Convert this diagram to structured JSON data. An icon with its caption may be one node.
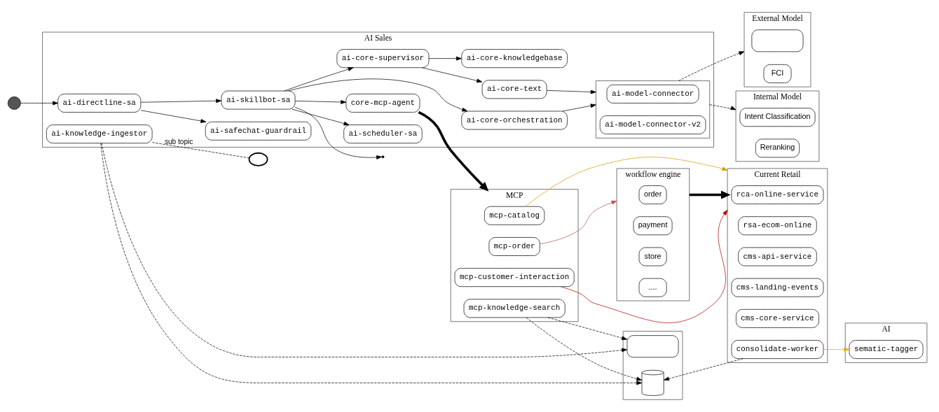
{
  "diagram": {
    "nodes": [
      {
        "text": [],
        "shape": "person"
      },
      {
        "text": [
          "AI Sales"
        ]
      },
      {
        "text": [
          "ai-directline-sa"
        ],
        "in": 1
      },
      {
        "text": [
          "ai-safechat-guardrail"
        ],
        "in": 1
      },
      {
        "text": [
          "ai-scheduler-sa"
        ],
        "in": 1
      },
      {
        "text": [
          "ai-core-orchestration"
        ],
        "in": 1
      },
      {
        "text": [
          "ai-skillbot-sa"
        ],
        "in": 1
      },
      {
        "text": [
          "ai-core-supervisor"
        ],
        "in": 1
      },
      {
        "text": [
          "ai-core-knowledgebase"
        ],
        "in": 1
      },
      {
        "text": [
          "ai-core-text"
        ],
        "in": 1
      },
      {
        "text": [],
        "shape": "box",
        "in": 1
      },
      {
        "text": [
          "ai-model-connector"
        ],
        "in": 10
      },
      {
        "text": [
          "ai-model-connector-v2"
        ],
        "in": 10
      },
      {
        "text": [
          "ai-knowledge-ingestor"
        ],
        "in": 1
      },
      {
        "text": [
          "core-mcp-agent"
        ],
        "in": 1
      },
      {
        "text": [
          "External Model"
        ]
      },
      {
        "text": [],
        "shape": "box",
        "in": 15
      },
      {
        "text": [
          "FCI"
        ],
        "in": 15
      },
      {
        "text": [
          "Internal Model"
        ]
      },
      {
        "text": [
          "Intent Classification"
        ],
        "in": 18
      },
      {
        "text": [
          "Reranking"
        ],
        "in": 18
      },
      {
        "text": [],
        "shape": "cloud"
      },
      {
        "text": [],
        "shape": "box"
      },
      {
        "text": [],
        "shape": "box",
        "in": 22
      },
      {
        "text": [],
        "shape": "cylinder",
        "in": 22
      },
      {
        "text": [
          "Current Retail"
        ]
      },
      {
        "text": [
          "rca-online-service"
        ],
        "in": 25
      },
      {
        "text": [
          "rsa-ecom-online"
        ],
        "in": 25
      },
      {
        "text": [
          "cms-api-service"
        ],
        "in": 25
      },
      {
        "text": [
          "cms-landing-events"
        ],
        "in": 25
      },
      {
        "text": [
          "cms-core-service"
        ],
        "in": 25
      },
      {
        "text": [
          "consolidate-worker"
        ],
        "in": 25
      },
      {
        "text": [
          "AI"
        ]
      },
      {
        "text": [
          "sematic-tagger"
        ],
        "in": 32
      },
      {
        "text": [
          "MCP"
        ]
      },
      {
        "text": [
          "mcp-catalog"
        ],
        "in": 34
      },
      {
        "text": [
          "mcp-order"
        ],
        "in": 34
      },
      {
        "text": [
          "mcp-customer-interaction"
        ],
        "in": 34
      },
      {
        "text": [
          "mcp-knowledge-search"
        ],
        "in": 34
      },
      {
        "text": [
          "workflow engine"
        ]
      },
      {
        "text": [
          "order"
        ],
        "in": 39
      },
      {
        "text": [
          "payment"
        ],
        "in": 39
      },
      {
        "text": [
          "store"
        ],
        "in": 39
      },
      {
        "text": [
          "...."
        ],
        "in": 39
      }
    ],
    "edges": [
      {
        "from": 0,
        "to": 2,
        "arrow": "to"
      },
      {
        "from": 2,
        "to": 3,
        "arrow": "to"
      },
      {
        "from": 2,
        "to": 6,
        "arrow": "to"
      },
      {
        "from": 6,
        "to": null,
        "arrow": "to"
      },
      {
        "from": 6,
        "to": 4,
        "arrow": "to"
      },
      {
        "from": 6,
        "to": 5,
        "arrow": "to"
      },
      {
        "from": 6,
        "to": 7,
        "arrow": "to"
      },
      {
        "from": 6,
        "to": 14,
        "arrow": "to"
      },
      {
        "from": 7,
        "to": 8,
        "arrow": "to"
      },
      {
        "from": 7,
        "to": 9,
        "arrow": "to"
      },
      {
        "from": 5,
        "to": 10,
        "arrow": "to"
      },
      {
        "from": 9,
        "to": 10,
        "arrow": "to"
      },
      {
        "from": 10,
        "to": 15,
        "arrow": "to",
        "style": "dashed"
      },
      {
        "from": 10,
        "to": 18,
        "arrow": "to",
        "style": "dashed"
      },
      {
        "from": 13,
        "to": 21,
        "arrow": "none",
        "style": "dashed",
        "label": "sub topic"
      },
      {
        "from": 13,
        "to": 23,
        "arrow": "to",
        "style": "dashed"
      },
      {
        "from": 13,
        "to": 24,
        "arrow": "to",
        "style": "dashed"
      },
      {
        "from": 38,
        "to": 23,
        "arrow": "to",
        "style": "dashed"
      },
      {
        "from": 38,
        "to": 24,
        "arrow": "to",
        "style": "dashed"
      },
      {
        "from": 31,
        "to": 24,
        "arrow": "to",
        "style": "dashed"
      },
      {
        "from": 31,
        "to": 33,
        "arrow": "to",
        "color": "#e6a817"
      },
      {
        "from": 14,
        "to": 34,
        "arrow": "to",
        "style": "thick"
      },
      {
        "from": 36,
        "to": 39,
        "arrow": "to",
        "color": "#b85450"
      },
      {
        "from": 37,
        "to": 25,
        "arrow": "to",
        "color": "#b20000"
      },
      {
        "from": 35,
        "to": 25,
        "arrow": "to",
        "color": "#d79b00"
      },
      {
        "from": 39,
        "to": 25,
        "arrow": "to",
        "style": "thick"
      }
    ]
  }
}
